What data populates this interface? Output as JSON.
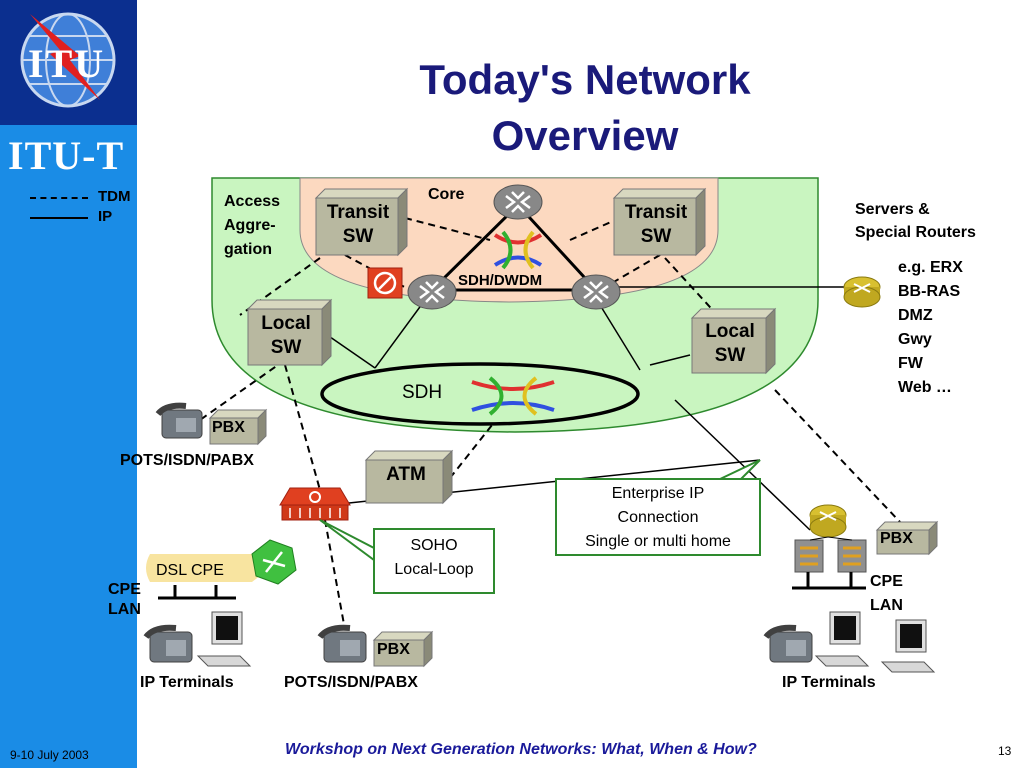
{
  "slide": {
    "title_line1": "Today's Network",
    "title_line2": "Overview",
    "org": "ITU-T",
    "logo_text": "ITU",
    "footer_date": "9-10 July 2003",
    "footer_workshop": "Workshop on Next Generation Networks: What, When & How?",
    "page_number": "13"
  },
  "legend": {
    "tdm": "TDM",
    "ip": "IP"
  },
  "labels": {
    "access_aggregation": [
      "Access",
      "Aggre-",
      "gation"
    ],
    "core": "Core",
    "transit_left": [
      "Transit",
      "SW"
    ],
    "transit_right": [
      "Transit",
      "SW"
    ],
    "local_left": [
      "Local",
      "SW"
    ],
    "local_right": [
      "Local",
      "SW"
    ],
    "sdh_dwdm": "SDH/DWDM",
    "sdh": "SDH",
    "atm": "ATM",
    "pbx_left": "PBX",
    "pbx_bottom": "PBX",
    "pbx_right": "PBX",
    "pots_left": "POTS/ISDN/PABX",
    "pots_bottom": "POTS/ISDN/PABX",
    "dsl_cpe": "DSL CPE",
    "cpe_lan_left": [
      "CPE",
      "LAN"
    ],
    "cpe_lan_right": [
      "CPE",
      "LAN"
    ],
    "ip_terminals_left": "IP Terminals",
    "ip_terminals_right": "IP Terminals",
    "servers": [
      "Servers &",
      "Special Routers"
    ],
    "server_list": [
      "e.g. ERX",
      "BB-RAS",
      "DMZ",
      "Gwy",
      "FW",
      "Web …"
    ],
    "soho": [
      "SOHO",
      "Local-Loop"
    ],
    "enterprise": [
      "Enterprise IP",
      "Connection",
      "Single or multi home"
    ]
  },
  "colors": {
    "sidebar": "#1a8ce6",
    "logo_bg": "#0b2f8f",
    "access_region": "#c9f5c0",
    "core_region": "#fcd9c0",
    "title": "#1a1a7a",
    "callout_border": "#2e8a2e"
  }
}
